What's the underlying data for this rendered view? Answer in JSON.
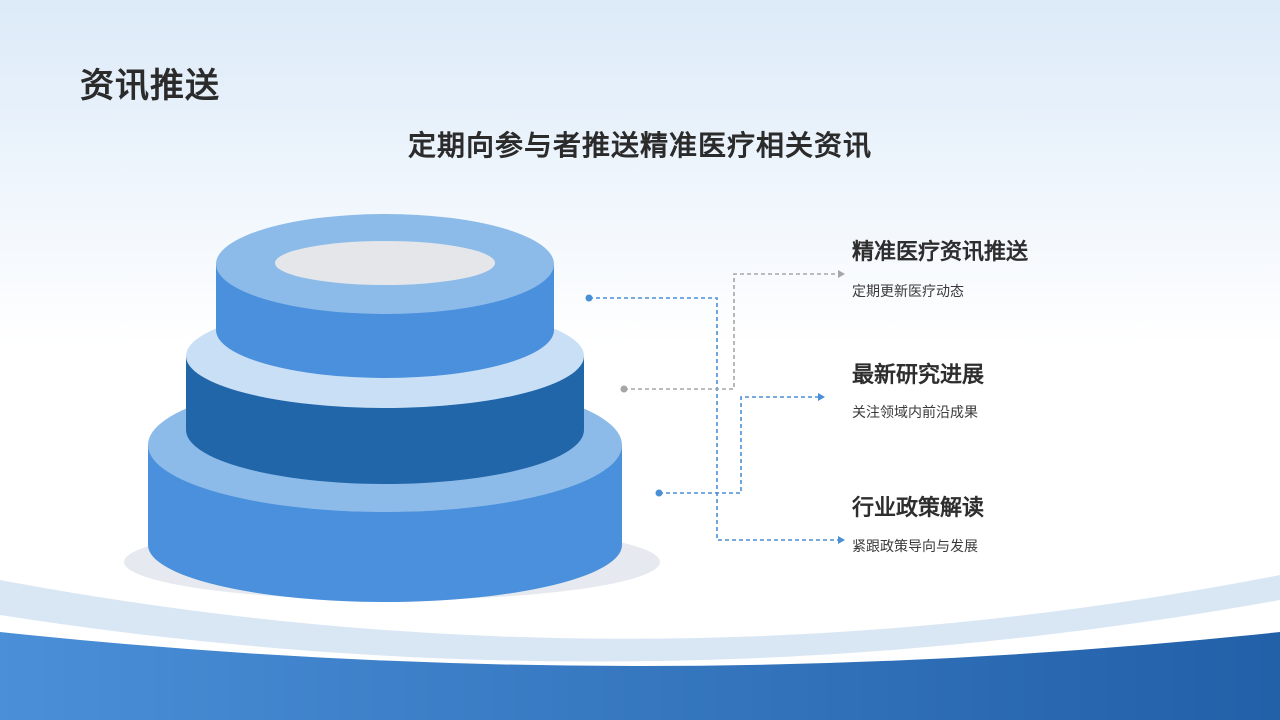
{
  "page_title": "资讯推送",
  "subtitle": "定期向参与者推送精准医疗相关资讯",
  "items": [
    {
      "title": "精准医疗资讯推送",
      "desc": "定期更新医疗动态"
    },
    {
      "title": "最新研究进展",
      "desc": "关注领域内前沿成果"
    },
    {
      "title": "行业政策解读",
      "desc": "紧跟政策导向与发展"
    }
  ],
  "colors": {
    "primary_blue": "#4a90d9",
    "dark_blue": "#2266aa",
    "light_blue": "#8dbbe8",
    "pale_blue": "#c9e0f5",
    "text_dark": "#2b2b2b",
    "connector_gray": "#a6a6a6"
  }
}
